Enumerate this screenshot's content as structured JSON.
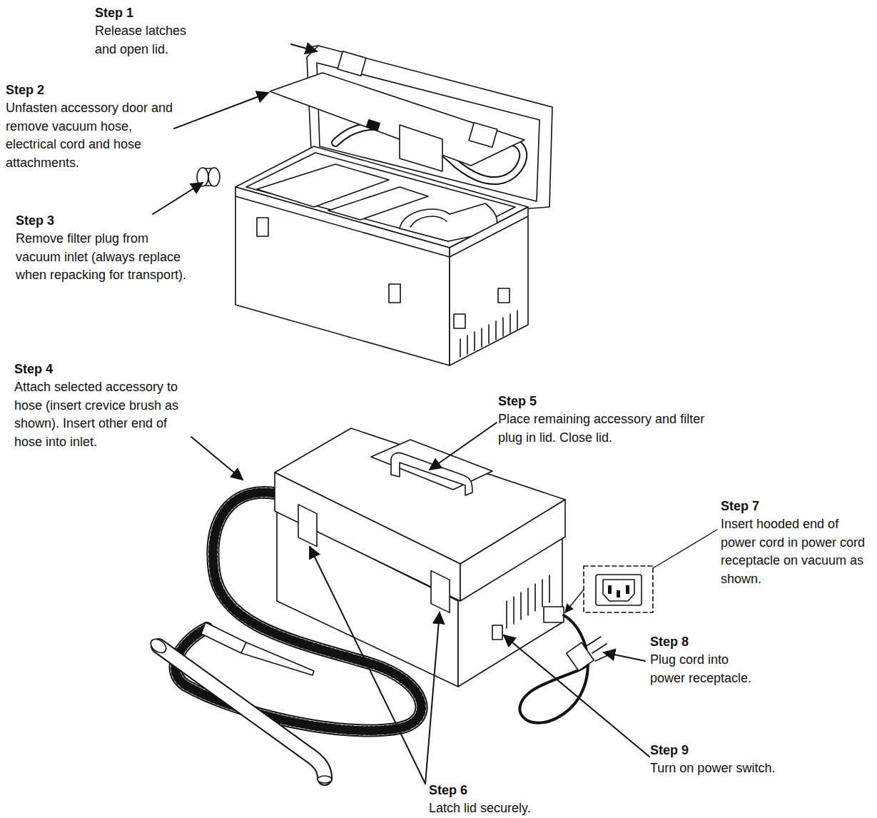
{
  "diagram": {
    "labels": [
      "Step 1",
      "Release latches and open lid.",
      "Step 2",
      "Unfasten accessory door and remove vacuum hose, electrical cord and hose attachments.",
      "Step 3",
      "Remove filter plug from vacuum inlet (always replace when repacking for transport).",
      "Step 4",
      "Attach selected accessory to hose (insert crevice brush as shown). Insert other end of hose into inlet.",
      "Step 5",
      "Place remaining accessory and filter plug in lid. Close lid.",
      "Step 7",
      "Insert hooded end of power cord in power cord receptacle on vacuum as shown.",
      "Step 8",
      "Plug cord into power receptacle.",
      "Step 9",
      "Turn on power switch.",
      "Step 6",
      "Latch lid securely."
    ]
  }
}
